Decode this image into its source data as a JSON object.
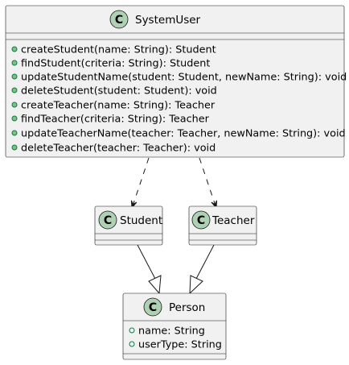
{
  "diagram": {
    "classes": {
      "system_user": {
        "name": "SystemUser",
        "stereotype_letter": "C",
        "methods": [
          "createStudent(name: String): Student",
          "findStudent(criteria: String): Student",
          "updateStudentName(student: Student, newName: String): void",
          "deleteStudent(student: Student): void",
          "createTeacher(name: String): Teacher",
          "findTeacher(criteria: String): Teacher",
          "updateTeacherName(teacher: Teacher, newName: String): void",
          "deleteTeacher(teacher: Teacher): void"
        ]
      },
      "student": {
        "name": "Student",
        "stereotype_letter": "C"
      },
      "teacher": {
        "name": "Teacher",
        "stereotype_letter": "C"
      },
      "person": {
        "name": "Person",
        "stereotype_letter": "C",
        "fields": [
          "name: String",
          "userType: String"
        ]
      }
    },
    "relations": [
      {
        "from": "SystemUser",
        "to": "Student",
        "kind": "dependency"
      },
      {
        "from": "SystemUser",
        "to": "Teacher",
        "kind": "dependency"
      },
      {
        "from": "Student",
        "to": "Person",
        "kind": "inheritance"
      },
      {
        "from": "Teacher",
        "to": "Person",
        "kind": "inheritance"
      }
    ],
    "colors": {
      "box_fill": "#f1f1f1",
      "border": "#181818",
      "class_icon": "#add1b2",
      "public_method_dot": "#84be84",
      "visibility_stroke": "#038048"
    }
  }
}
